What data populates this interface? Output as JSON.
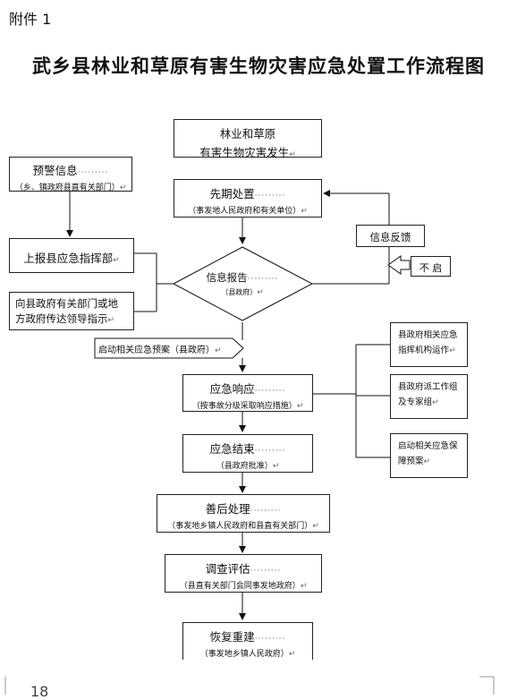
{
  "attachment_label": "附件 1",
  "title": "武乡县林业和草原有害生物灾害应急处置工作流程图",
  "nodes": {
    "occurrence": {
      "line1": "林业和草原",
      "line2": "有害生物灾害发生"
    },
    "warning": {
      "main": "预警信息",
      "sub": "（乡、镇政府县直有关部门）"
    },
    "initial": {
      "main": "先期处置",
      "sub": "（事发地人民政府和有关单位）"
    },
    "feedback": {
      "label": "信息反馈"
    },
    "report_up": {
      "label": "上报县应急指挥部"
    },
    "inform": {
      "label": "向县政府有关部门或地方政府传达领导指示"
    },
    "info_report": {
      "main": "信息报告",
      "sub": "（县政府）"
    },
    "no_start": {
      "label": "不 启"
    },
    "plan_start": {
      "label": "启动相关应急预案（县政府）"
    },
    "response": {
      "main": "应急响应",
      "sub": "（按事故分级采取响应措施）"
    },
    "side1": {
      "label": "县政府相关应急指挥机构运作"
    },
    "side2": {
      "label": "县政府派工作组及专家组"
    },
    "side3": {
      "label": "启动相关应急保障预案"
    },
    "end": {
      "main": "应急结束",
      "sub": "（县政府批准）"
    },
    "aftermath": {
      "main": "善后处理",
      "sub": "（事发地乡镇人民政府和县直有关部门）"
    },
    "evaluation": {
      "main": "调查评估",
      "sub": "（县直有关部门会同事发地政府）"
    },
    "rebuild": {
      "main": "恢复重建",
      "sub": "（事发地乡镇人民政府）"
    }
  },
  "page_number": "18",
  "leader": "·········",
  "return_mark": "↵"
}
